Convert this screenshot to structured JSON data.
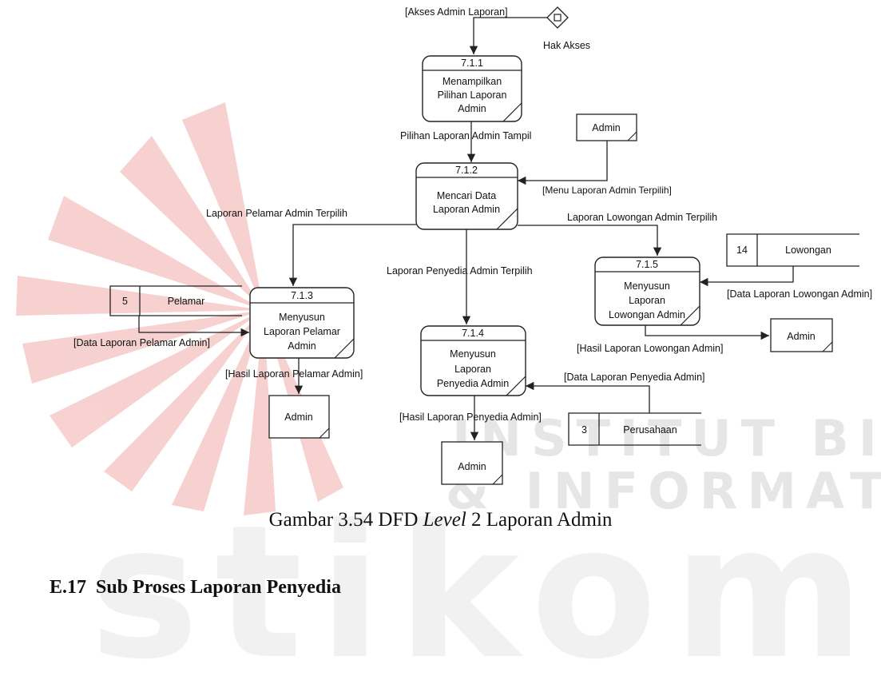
{
  "watermark": {
    "line1": "INSTITUT BISNIS",
    "line2": "& INFORMATIKA",
    "logo_text": "stikom"
  },
  "diagram": {
    "flows": {
      "akses": "[Akses Admin Laporan]",
      "pilihan_tampil": "Pilihan Laporan Admin Tampil",
      "menu_terpilih": "[Menu Laporan Admin Terpilih]",
      "pelamar_terpilih": "Laporan Pelamar Admin Terpilih",
      "lowongan_terpilih": "Laporan Lowongan Admin Terpilih",
      "penyedia_terpilih": "Laporan Penyedia Admin Terpilih",
      "data_lowongan": "[Data Laporan Lowongan Admin]",
      "hasil_lowongan": "[Hasil Laporan Lowongan Admin]",
      "data_pelamar": "[Data Laporan Pelamar Admin]",
      "hasil_pelamar": "[Hasil Laporan Pelamar Admin]",
      "data_penyedia": "[Data Laporan Penyedia Admin]",
      "hasil_penyedia": "[Hasil Laporan Penyedia Admin]"
    },
    "hak_akses_label": "Hak Akses",
    "processes": {
      "p711": {
        "id": "7.1.1",
        "lines": [
          "Menampilkan",
          "Pilihan Laporan",
          "Admin"
        ]
      },
      "p712": {
        "id": "7.1.2",
        "lines": [
          "Mencari Data",
          "Laporan Admin"
        ]
      },
      "p713": {
        "id": "7.1.3",
        "lines": [
          "Menyusun",
          "Laporan Pelamar",
          "Admin"
        ]
      },
      "p714": {
        "id": "7.1.4",
        "lines": [
          "Menyusun",
          "Laporan",
          "Penyedia Admin"
        ]
      },
      "p715": {
        "id": "7.1.5",
        "lines": [
          "Menyusun",
          "Laporan",
          "Lowongan Admin"
        ]
      }
    },
    "entities": {
      "admin_top": "Admin",
      "admin_pelamar": "Admin",
      "admin_penyedia": "Admin",
      "admin_lowongan": "Admin"
    },
    "stores": {
      "lowongan": {
        "id": "14",
        "name": "Lowongan"
      },
      "pelamar": {
        "id": "5",
        "name": "Pelamar"
      },
      "perusahaan": {
        "id": "3",
        "name": "Perusahaan"
      }
    }
  },
  "caption": {
    "prefix": "Gambar 3.54 DFD ",
    "italic": "Level",
    "suffix": " 2 Laporan Admin"
  },
  "section_heading": "E.17  Sub Proses Laporan Penyedia"
}
